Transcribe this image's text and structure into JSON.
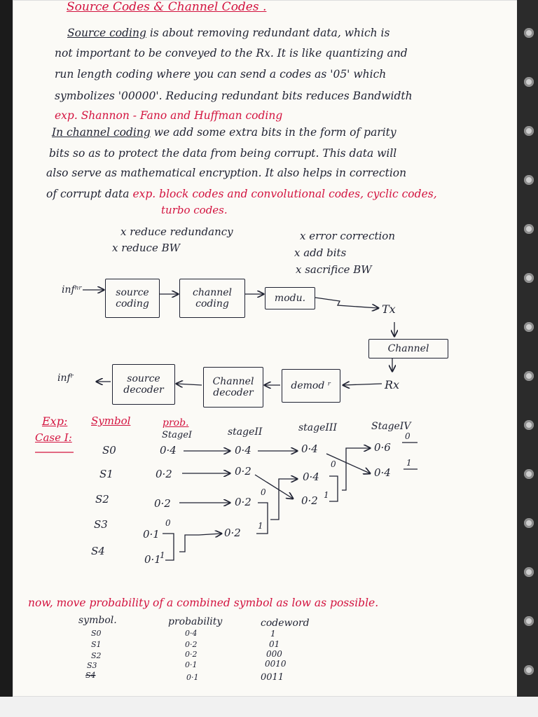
{
  "title": "Source Codes & Channel Codes .",
  "paragraph": [
    {
      "prefix": "Source coding",
      "rest": " is about removing redundant data, which is"
    },
    {
      "text": "not important to be conveyed to the Rx. It is like quantizing and"
    },
    {
      "text": "run length coding where you can send a codes as '05' which"
    },
    {
      "text": "symbolizes '00000'. Reducing redundant bits reduces Bandwidth"
    },
    {
      "text": "exp. Shannon - Fano and Huffman coding"
    },
    {
      "prefix": "In channel coding",
      "rest": " we add some extra bits in the form of parity"
    },
    {
      "text": "bits so as to protect the data from being corrupt. This data will"
    },
    {
      "text": "also serve as mathematical encryption. It also helps in correction"
    },
    {
      "text": "of corrupt data",
      "exp": " exp. block codes and convolutional codes, cyclic codes,"
    },
    {
      "text": "turbo codes."
    }
  ],
  "source_points": [
    "x reduce redundancy",
    "x reduce BW"
  ],
  "channel_points": [
    "x error correction",
    "x add bits",
    "x sacrifice BW"
  ],
  "diagram": {
    "info_in": "infⁿʳ",
    "source_coding": [
      "source",
      "coding"
    ],
    "channel_coding": [
      "channel",
      "coding"
    ],
    "modu": "modu.",
    "tx": "Tx",
    "channel": "Channel",
    "rx": "Rx",
    "demod": "demod ʳ",
    "channel_decoder": [
      "Channel",
      "decoder"
    ],
    "source_decoder": [
      "source",
      "decoder"
    ],
    "info_out": "infʳ"
  },
  "example": {
    "label": "Exp:",
    "case": "Case I:",
    "col_symbol": "Symbol",
    "col_prob": "prob.",
    "stage1": "StageI",
    "stage2": "stageII",
    "stage3": "stageIII",
    "stage4": "StageIV",
    "symbols": [
      "S0",
      "S1",
      "S2",
      "S3",
      "S4"
    ],
    "stage1_vals": [
      "0·4",
      "0·2",
      "0·2",
      "0·1",
      "0·1"
    ],
    "stage2_vals": [
      "0·4",
      "0·2",
      "0·2",
      "0·2"
    ],
    "stage3_vals": [
      "0·4",
      "0·4",
      "0·2"
    ],
    "stage4_vals": [
      "0·6",
      "0·4"
    ],
    "bits": [
      "0",
      "1"
    ]
  },
  "note": "now, move probability of a combined symbol as low as possible.",
  "table": {
    "headers": [
      "symbol.",
      "probability",
      "codeword"
    ],
    "rows": [
      {
        "sym": "S0",
        "prob": "0·4",
        "code": "1"
      },
      {
        "sym": "S1",
        "prob": "0·2",
        "code": "01"
      },
      {
        "sym": "S2",
        "prob": "0·2",
        "code": "000"
      },
      {
        "sym": "S3",
        "prob": "0·1",
        "code": "0010"
      },
      {
        "sym": "S4",
        "prob": "0·1",
        "code": "0011"
      }
    ]
  },
  "colors": {
    "ink": "#1f2232",
    "red": "#d3133f",
    "paper": "#fbfaf6"
  }
}
